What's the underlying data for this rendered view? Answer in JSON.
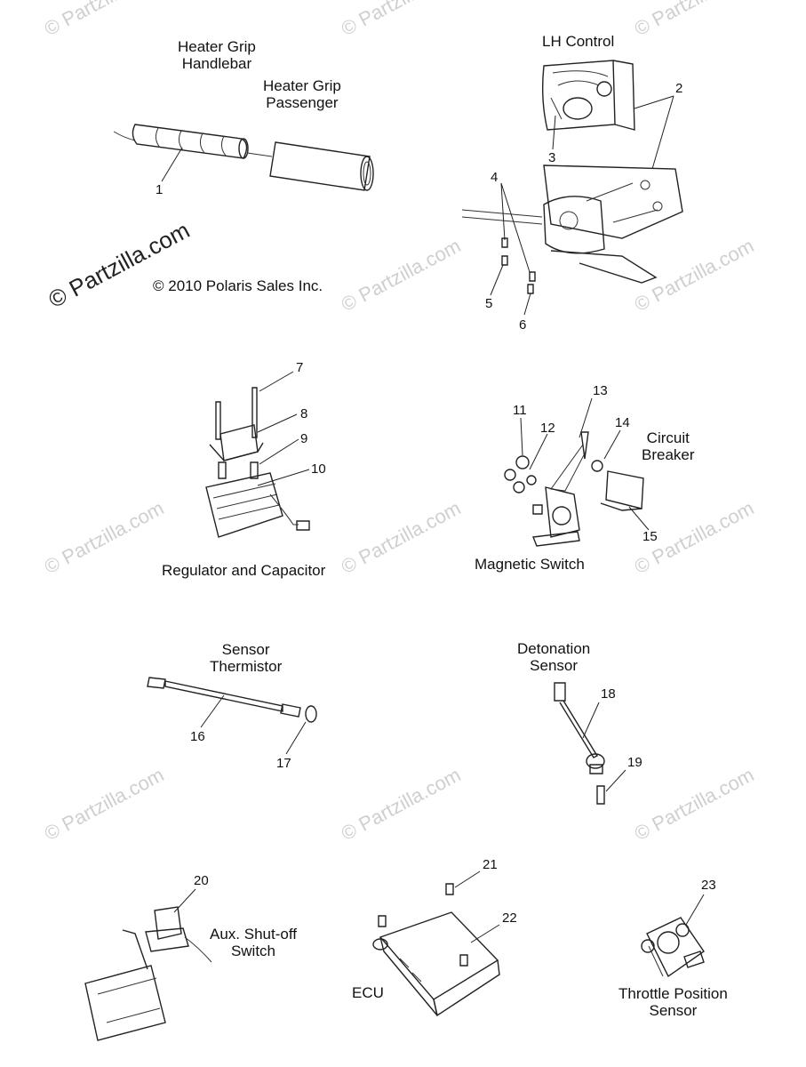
{
  "watermark": "© Partzilla.com",
  "copyright": "© 2010 Polaris Sales Inc.",
  "labels": {
    "heater_grip_handlebar": [
      "Heater Grip",
      "Handlebar"
    ],
    "heater_grip_passenger": [
      "Heater Grip",
      "Passenger"
    ],
    "lh_control": "LH Control",
    "regulator": "Regulator and Capacitor",
    "magnetic_switch": "Magnetic Switch",
    "circuit_breaker": [
      "Circuit",
      "Breaker"
    ],
    "sensor_thermistor": [
      "Sensor",
      "Thermistor"
    ],
    "detonation_sensor": [
      "Detonation",
      "Sensor"
    ],
    "aux_shutoff": [
      "Aux. Shut-off",
      "Switch"
    ],
    "ecu": "ECU",
    "tps": [
      "Throttle Position",
      "Sensor"
    ]
  },
  "callouts": [
    "1",
    "2",
    "3",
    "4",
    "5",
    "6",
    "7",
    "8",
    "9",
    "10",
    "11",
    "12",
    "13",
    "14",
    "15",
    "16",
    "17",
    "18",
    "19",
    "20",
    "21",
    "22",
    "23"
  ]
}
